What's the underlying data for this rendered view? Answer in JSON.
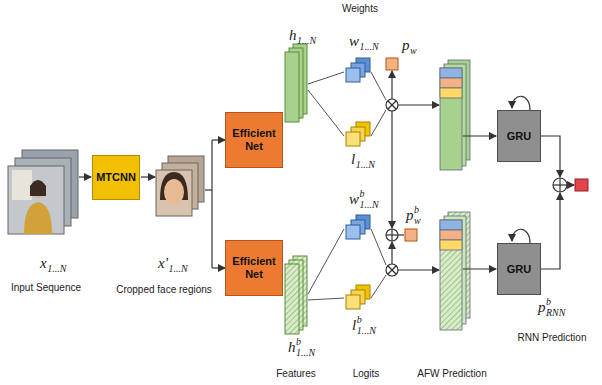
{
  "diagram": {
    "nodes": [
      {
        "text": [
          "MTCNN"
        ]
      },
      {
        "text": [
          "Efficient Net"
        ]
      },
      {
        "text": [
          "Efficient Net"
        ]
      },
      {
        "text": [
          "GRU"
        ]
      },
      {
        "text": [
          "GRU"
        ]
      }
    ],
    "labels": [
      "Weights",
      "h",
      "1...N",
      "w",
      "1...N",
      "p",
      "w",
      "l",
      "1...N",
      "x",
      "1...N",
      "Input Sequence",
      "x'",
      "1...N",
      "Cropped face regions",
      "w",
      "b",
      "1...N",
      "p",
      "b",
      "w",
      "h",
      "b",
      "1...N",
      "l",
      "b",
      "1...N",
      "Features",
      "Logits",
      "AFW Prediction",
      "p",
      "b",
      "RNN",
      "RNN Prediction"
    ]
  }
}
